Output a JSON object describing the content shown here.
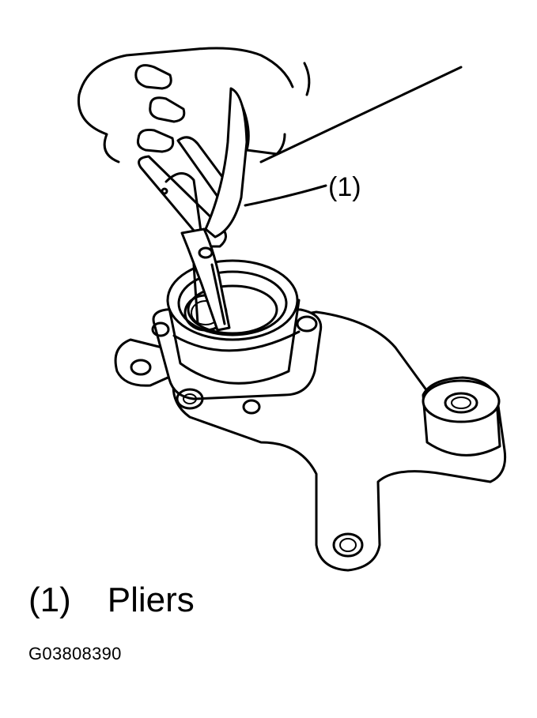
{
  "callout": {
    "label": "(1)"
  },
  "legend": {
    "number": "(1)",
    "text": "Pliers"
  },
  "figure_code": "G03808390",
  "colors": {
    "ink": "#000000",
    "paper": "#ffffff"
  },
  "icons": {
    "illustration": "pliers-removing-snap-ring-from-knuckle"
  }
}
